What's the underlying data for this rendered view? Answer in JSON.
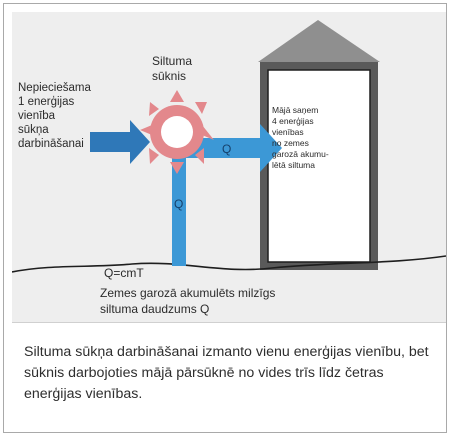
{
  "diagram": {
    "pump_title_line1": "Siltuma",
    "pump_title_line2": "sūknis",
    "input_line1": "Nepieciešama",
    "input_line2": "1 enerģijas",
    "input_line3": "vienība",
    "input_line4": "sūkņa",
    "input_line5": "darbināšanai",
    "house_line1": "Mājā saņem",
    "house_line2": "4 enerģijas",
    "house_line3": "vienības",
    "house_line4": "no zemes",
    "house_line5": "garozā akumu-",
    "house_line6": "lētā siltuma",
    "q_horizontal": "Q",
    "q_vertical": "Q",
    "formula": "Q=cmT",
    "ground_line1": "Zemes garozā akumulēts milzīgs",
    "ground_line2": "siltuma daudzums Q",
    "colors": {
      "panel": "#eeeeee",
      "flow_blue": "#3c98d6",
      "arrow_blue": "#2f78b8",
      "pump_pink": "#e3888c",
      "roof_gray": "#8f8f8f",
      "text": "#2b2b2b"
    }
  },
  "caption": {
    "text": "Siltuma sūkņa darbināšanai izmanto vienu enerģijas vienību, bet sūknis darbojoties mājā pārsūknē no vides trīs līdz četras enerģijas vienības."
  }
}
